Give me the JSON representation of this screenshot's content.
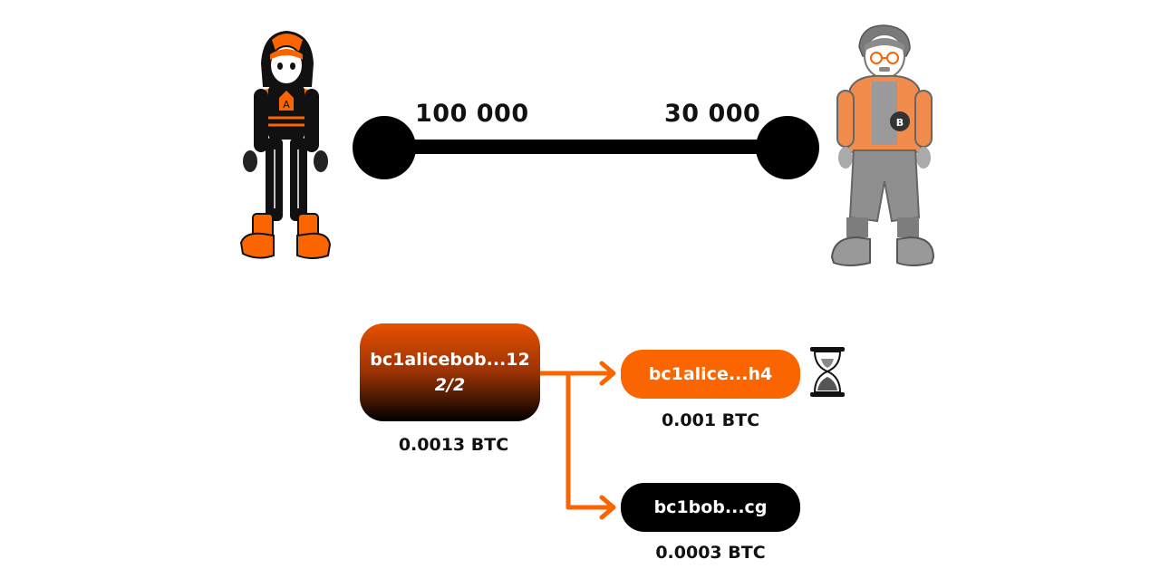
{
  "channel": {
    "left_balance": "100 000",
    "right_balance": "30 000"
  },
  "funding_output": {
    "address": "bc1alicebob...12",
    "signatures": "2/2",
    "amount": "0.0013 BTC"
  },
  "outputs": [
    {
      "address": "bc1alice...h4",
      "amount": "0.001 BTC",
      "timelock": true
    },
    {
      "address": "bc1bob...cg",
      "amount": "0.0003 BTC",
      "timelock": false
    }
  ],
  "icons": {
    "alice": "alice-avatar-icon",
    "bob": "bob-avatar-icon",
    "timelock": "hourglass-icon"
  },
  "colors": {
    "accent": "#fa6500",
    "dark": "#000000",
    "grey_character": "#8a8a8a"
  }
}
